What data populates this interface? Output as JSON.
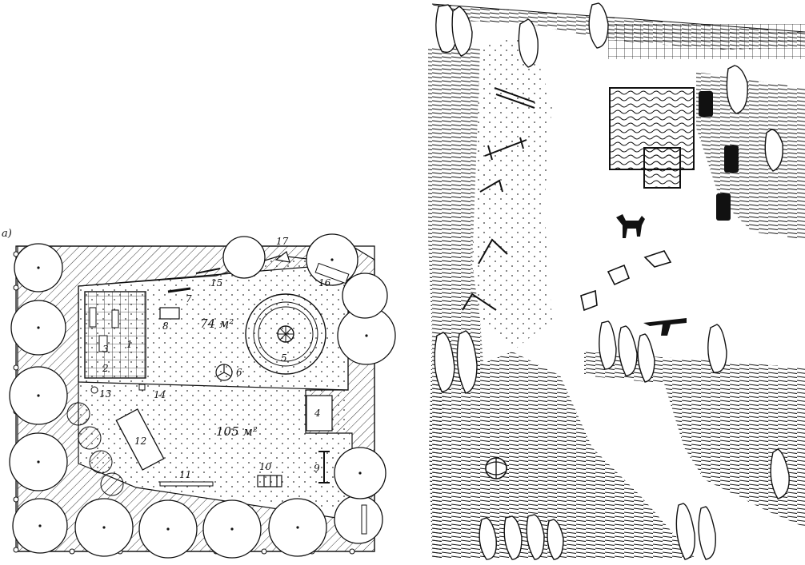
{
  "plan_label": "a)",
  "areas": {
    "upper": "74 м²",
    "lower": "105 м²"
  },
  "numbers": [
    "1",
    "2",
    "3",
    "4",
    "5",
    "6",
    "7",
    "8",
    "9",
    "10",
    "11",
    "12",
    "13",
    "14",
    "15",
    "16",
    "17"
  ]
}
